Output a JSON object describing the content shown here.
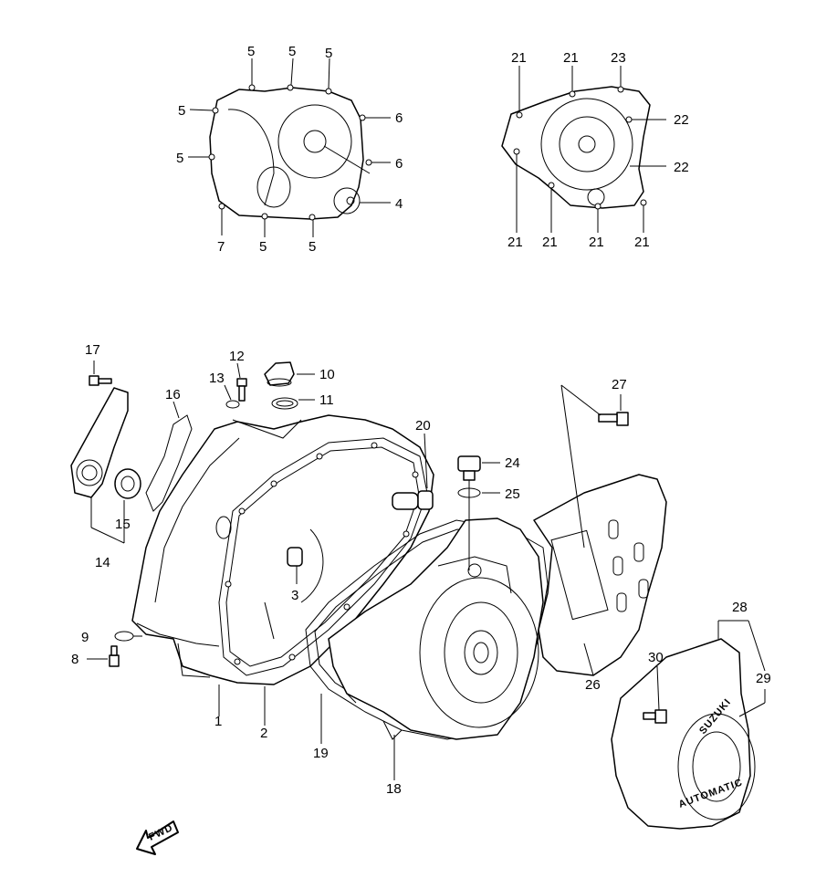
{
  "callouts": {
    "c1": "1",
    "c2": "2",
    "c3": "3",
    "c4": "4",
    "c5": "5",
    "c6": "6",
    "c7": "7",
    "c8": "8",
    "c9": "9",
    "c10": "10",
    "c11": "11",
    "c12": "12",
    "c13": "13",
    "c14": "14",
    "c15": "15",
    "c16": "16",
    "c17": "17",
    "c18": "18",
    "c19": "19",
    "c20": "20",
    "c21": "21",
    "c22": "22",
    "c23": "23",
    "c24": "24",
    "c25": "25",
    "c26": "26",
    "c27": "27",
    "c28": "28",
    "c29": "29",
    "c30": "30"
  },
  "logo": {
    "brand": "SUZUKI",
    "variant": "AUTOMATIC"
  },
  "direction_marker": {
    "label": "FWD"
  }
}
